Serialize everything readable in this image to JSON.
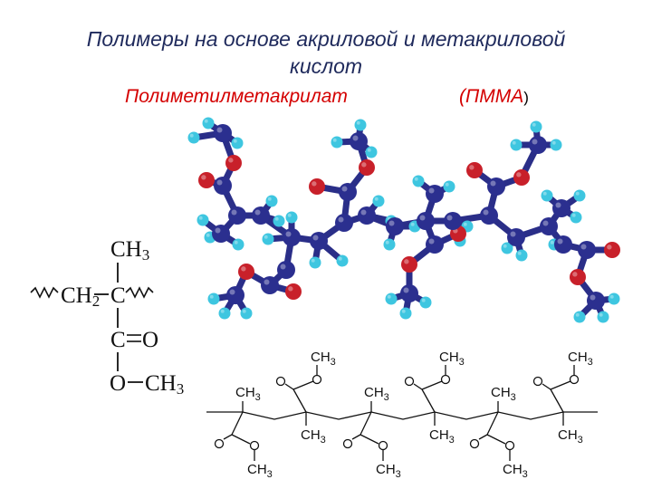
{
  "title_line1": "Полимеры  на основе акриловой и метакриловой",
  "title_line2": "кислот",
  "subtitle_left": "Полиметилметакрилат",
  "subtitle_right_open": "(ПММА",
  "subtitle_right_close": ")",
  "monomer": {
    "top_group": "CH3",
    "chain_group": "CH2",
    "center_atom": "C",
    "carbonyl_c": "C",
    "carbonyl_o": "O",
    "ester_o": "O",
    "ester_group": "CH3"
  },
  "chain_formula": {
    "methyl_label": "CH3",
    "oxygen_label": "O"
  },
  "colors": {
    "carbon": "#2b2f8f",
    "oxygen": "#c8202a",
    "hydrogen": "#3ec6e0",
    "bond": "#2a2e88",
    "title": "#1f2a5c",
    "subtitle": "#d40000"
  }
}
